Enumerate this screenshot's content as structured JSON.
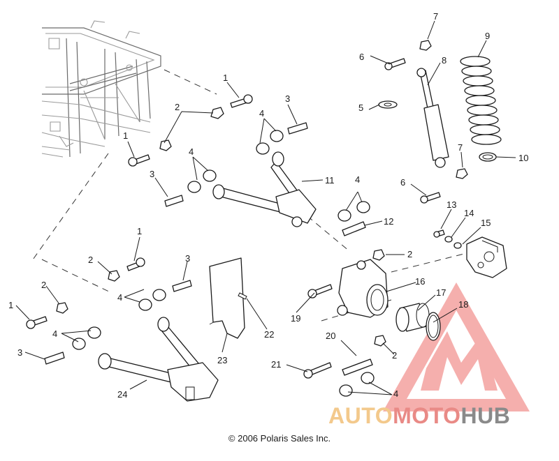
{
  "diagram": {
    "callouts": [
      {
        "id": "c1a",
        "label": "1"
      },
      {
        "id": "c1b",
        "label": "1"
      },
      {
        "id": "c1c",
        "label": "1"
      },
      {
        "id": "c1d",
        "label": "1"
      },
      {
        "id": "c2a",
        "label": "2"
      },
      {
        "id": "c2b",
        "label": "2"
      },
      {
        "id": "c2c",
        "label": "2"
      },
      {
        "id": "c2d",
        "label": "2"
      },
      {
        "id": "c2e",
        "label": "2"
      },
      {
        "id": "c3a",
        "label": "3"
      },
      {
        "id": "c3b",
        "label": "3"
      },
      {
        "id": "c3c",
        "label": "3"
      },
      {
        "id": "c3d",
        "label": "3"
      },
      {
        "id": "c4a",
        "label": "4"
      },
      {
        "id": "c4b",
        "label": "4"
      },
      {
        "id": "c4c",
        "label": "4"
      },
      {
        "id": "c4d",
        "label": "4"
      },
      {
        "id": "c4e",
        "label": "4"
      },
      {
        "id": "c4f",
        "label": "4"
      },
      {
        "id": "c5",
        "label": "5"
      },
      {
        "id": "c6a",
        "label": "6"
      },
      {
        "id": "c6b",
        "label": "6"
      },
      {
        "id": "c7a",
        "label": "7"
      },
      {
        "id": "c7b",
        "label": "7"
      },
      {
        "id": "c8",
        "label": "8"
      },
      {
        "id": "c9",
        "label": "9"
      },
      {
        "id": "c10",
        "label": "10"
      },
      {
        "id": "c11",
        "label": "11"
      },
      {
        "id": "c12",
        "label": "12"
      },
      {
        "id": "c13",
        "label": "13"
      },
      {
        "id": "c14",
        "label": "14"
      },
      {
        "id": "c15",
        "label": "15"
      },
      {
        "id": "c16",
        "label": "16"
      },
      {
        "id": "c17",
        "label": "17"
      },
      {
        "id": "c18",
        "label": "18"
      },
      {
        "id": "c19",
        "label": "19"
      },
      {
        "id": "c20",
        "label": "20"
      },
      {
        "id": "c21",
        "label": "21"
      },
      {
        "id": "c22",
        "label": "22"
      },
      {
        "id": "c23",
        "label": "23"
      },
      {
        "id": "c24",
        "label": "24"
      }
    ]
  },
  "copyright": "© 2006 Polaris Sales Inc.",
  "watermark": {
    "part1": "AUTO",
    "part2": "MOTO",
    "part3": "HUB",
    "colors": {
      "auto": "#f3c98c",
      "moto": "#e98a86",
      "hub": "#8a8a8a",
      "logo": "#ee6f6b"
    }
  }
}
